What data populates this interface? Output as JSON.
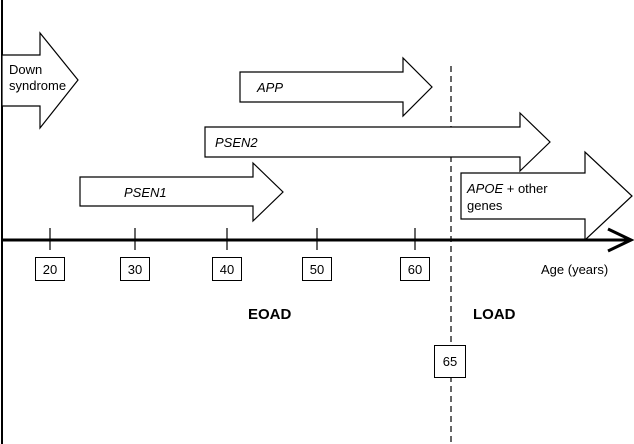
{
  "arrows": {
    "down": {
      "line1": "Down",
      "line2": "syndrome"
    },
    "app": {
      "gene": "APP"
    },
    "psen2": {
      "gene": "PSEN2"
    },
    "psen1": {
      "gene": "PSEN1"
    },
    "apoe": {
      "gene": "APOE",
      "suffix": " + other",
      "line2": "genes"
    }
  },
  "axis": {
    "label": "Age (years)",
    "ticks": [
      "20",
      "30",
      "40",
      "50",
      "60"
    ],
    "threshold": "65"
  },
  "regions": {
    "early": "EOAD",
    "late": "LOAD"
  }
}
